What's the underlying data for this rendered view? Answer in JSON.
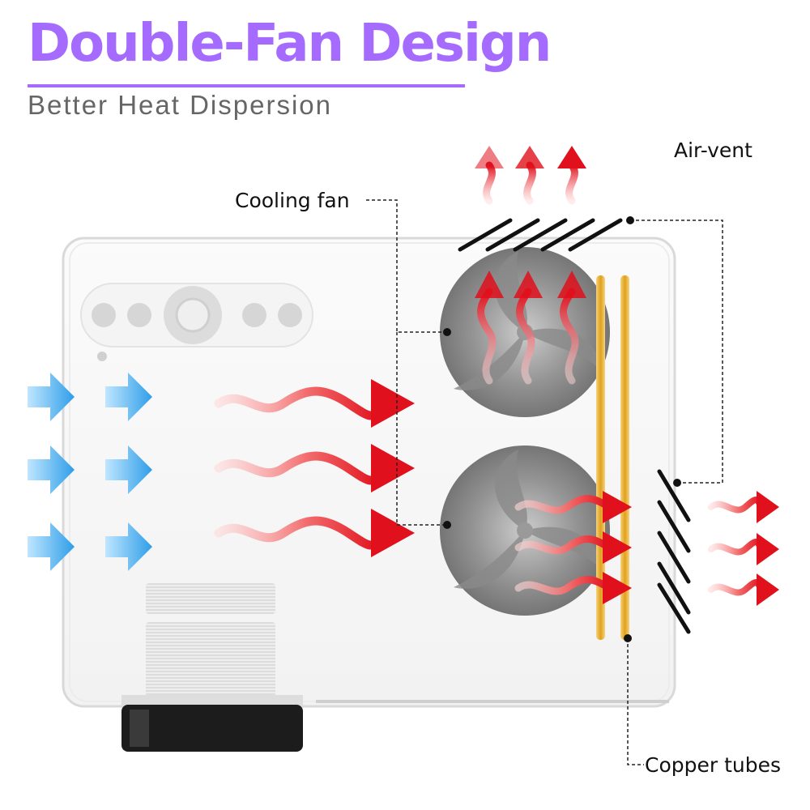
{
  "title": "Double-Fan Design",
  "subtitle": "Better Heat Dispersion",
  "labels": {
    "cooling_fan": "Cooling fan",
    "air_vent": "Air-vent",
    "copper_tubes": "Copper tubes"
  },
  "colors": {
    "title": "#a56bff",
    "subtitle": "#666666",
    "cool_air": "#3aa8f0",
    "hot_air": "#e8101c",
    "copper": "#e3a21c",
    "fan": "#707070"
  }
}
